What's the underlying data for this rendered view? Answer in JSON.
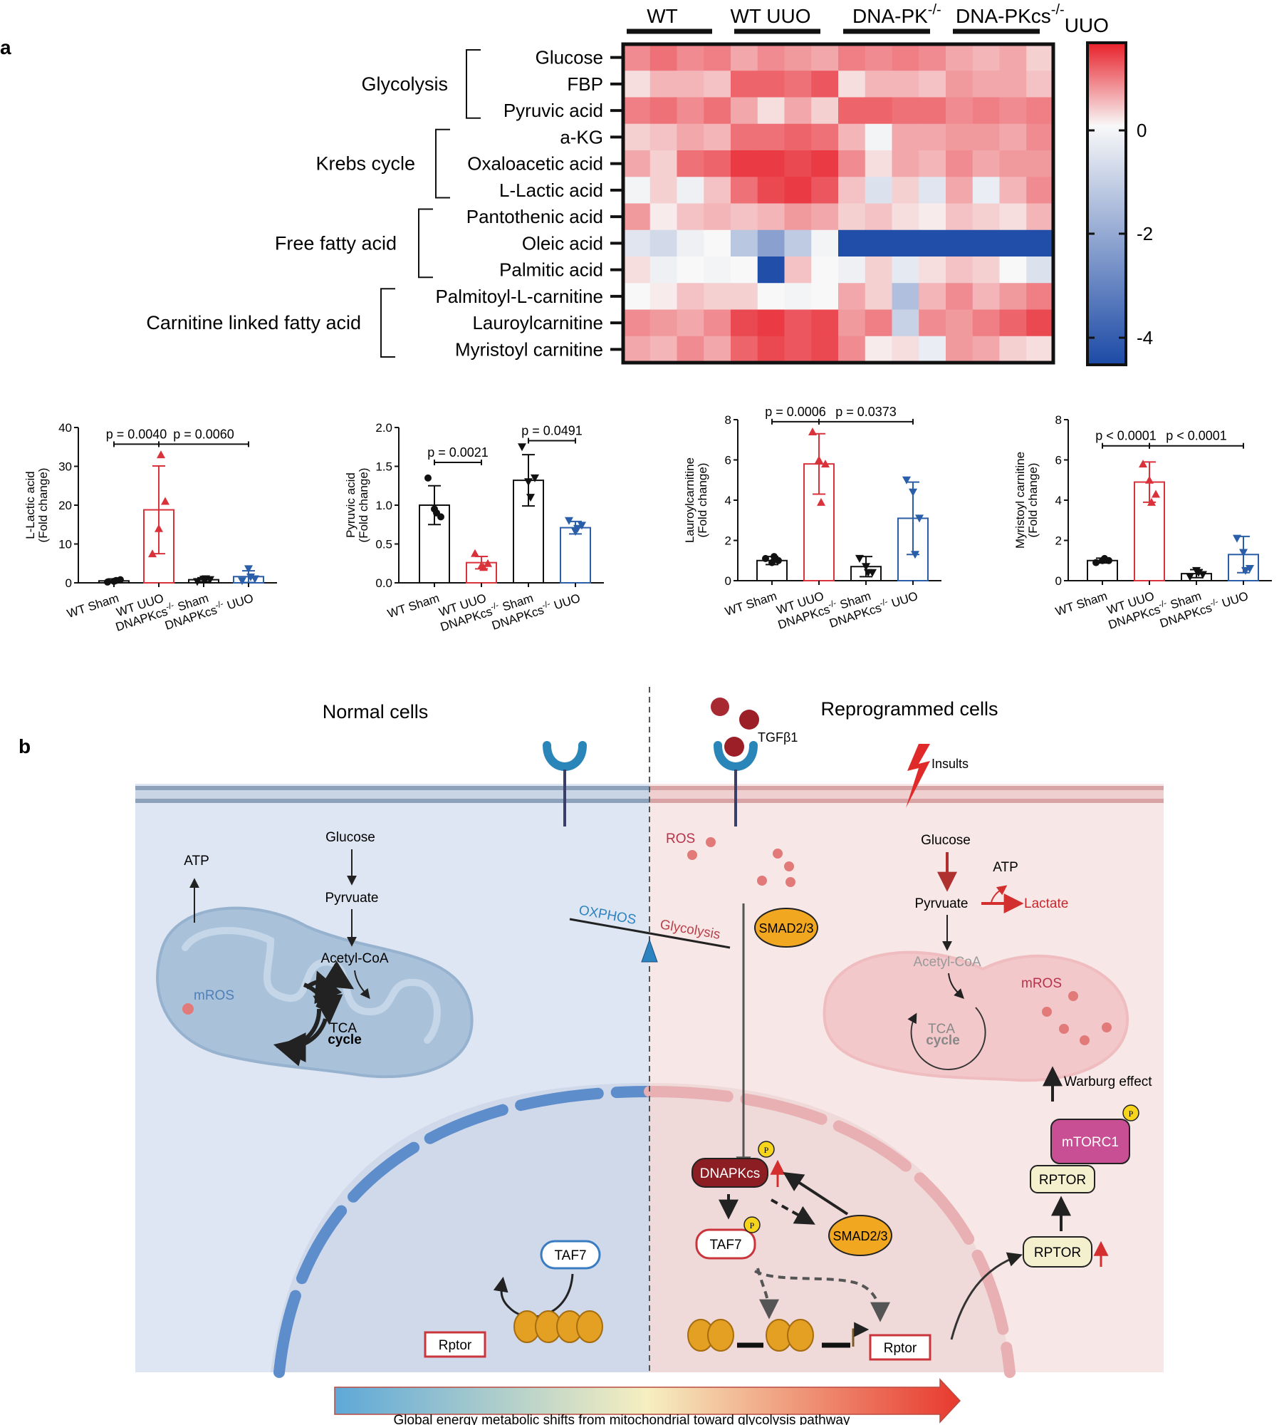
{
  "panel_labels": {
    "a": "a",
    "b": "b"
  },
  "heatmap": {
    "groups": [
      "WT",
      "WT UUO",
      "DNA-PK",
      "DNA-PKcs"
    ],
    "group_superscripts": [
      "-/-",
      "-/-"
    ],
    "group_suffix": "UUO",
    "rows": [
      "Glucose",
      "FBP",
      "Pyruvic acid",
      "a-KG",
      "Oxaloacetic acid",
      "L-Lactic acid",
      "Pantothenic acid",
      "Oleic acid",
      "Palmitic acid",
      "Palmitoyl-L-carnitine",
      "Lauroylcarnitine",
      "Myristoyl carnitine"
    ],
    "categories": [
      {
        "label": "Glycolysis",
        "rows": [
          0,
          2
        ]
      },
      {
        "label": "Krebs cycle",
        "rows": [
          3,
          5
        ]
      },
      {
        "label": "Free fatty acid",
        "rows": [
          6,
          8
        ]
      },
      {
        "label": "Carnitine linked fatty acid",
        "rows": [
          9,
          11
        ]
      }
    ],
    "scale_ticks": [
      "0",
      "-2",
      "-4"
    ],
    "scale_range": [
      -4.6,
      1.6
    ],
    "colors": {
      "high": "#e8202a",
      "mid": "#f8f8f8",
      "low": "#1c4aa6"
    },
    "values": [
      [
        0.8,
        1.0,
        0.8,
        0.9,
        0.6,
        0.8,
        0.7,
        0.6,
        0.9,
        0.8,
        0.9,
        0.8,
        0.6,
        0.5,
        0.6,
        0.3
      ],
      [
        0.2,
        0.5,
        0.5,
        0.4,
        1.1,
        1.1,
        1.0,
        1.2,
        0.2,
        0.5,
        0.5,
        0.4,
        0.7,
        0.6,
        0.6,
        0.4
      ],
      [
        0.9,
        1.0,
        0.8,
        1.0,
        0.6,
        0.2,
        0.6,
        0.3,
        1.1,
        1.1,
        1.0,
        1.0,
        0.8,
        0.9,
        0.8,
        0.9
      ],
      [
        0.3,
        0.4,
        0.6,
        0.5,
        1.0,
        1.0,
        1.1,
        1.0,
        0.5,
        -0.1,
        0.6,
        0.6,
        0.7,
        0.7,
        0.6,
        0.8
      ],
      [
        0.6,
        0.3,
        1.0,
        1.1,
        1.4,
        1.4,
        1.3,
        1.4,
        0.8,
        0.2,
        0.6,
        0.5,
        0.8,
        0.6,
        0.7,
        0.7
      ],
      [
        -0.1,
        0.3,
        -0.2,
        0.4,
        1.0,
        1.3,
        1.4,
        1.2,
        0.4,
        -0.6,
        0.3,
        -0.5,
        0.6,
        -0.3,
        0.5,
        0.8
      ],
      [
        0.7,
        0.1,
        0.4,
        0.5,
        0.4,
        0.5,
        0.7,
        0.6,
        0.3,
        0.4,
        0.2,
        0.1,
        0.4,
        0.3,
        0.2,
        0.5
      ],
      [
        -0.5,
        -0.8,
        -0.2,
        0.0,
        -1.3,
        -2.3,
        -1.2,
        -0.1,
        -4.5,
        -4.5,
        -4.5,
        -4.5,
        -4.5,
        -4.5,
        -4.5,
        -4.5
      ],
      [
        0.2,
        -0.2,
        0.0,
        -0.1,
        0.0,
        -4.5,
        0.4,
        0.0,
        -0.2,
        0.3,
        -0.4,
        0.2,
        0.4,
        0.3,
        0.0,
        -0.6
      ],
      [
        0.0,
        0.1,
        0.4,
        0.3,
        0.3,
        0.0,
        -0.1,
        0.0,
        0.6,
        0.3,
        -1.5,
        0.5,
        0.8,
        0.5,
        0.7,
        0.9
      ],
      [
        0.8,
        0.7,
        0.6,
        0.8,
        1.3,
        1.4,
        1.2,
        1.3,
        0.7,
        0.9,
        -1.0,
        0.8,
        0.7,
        0.9,
        1.1,
        1.3
      ],
      [
        0.6,
        0.5,
        0.8,
        0.6,
        1.1,
        1.3,
        1.2,
        1.3,
        0.8,
        0.1,
        0.2,
        -0.3,
        0.7,
        0.6,
        0.3,
        0.2
      ]
    ]
  },
  "barcharts": [
    {
      "ylabel_line1": "L-Lactic acid",
      "ylabel_line2": "(Fold change)",
      "yticks": [
        0,
        10,
        20,
        30,
        40
      ],
      "ylim": [
        0,
        40
      ],
      "categories": [
        "WT Sham",
        "WT UUO",
        "DNAPKcs-/- Sham",
        "DNAPKcs-/- UUO"
      ],
      "values": [
        0.5,
        18.8,
        0.8,
        1.6
      ],
      "errors": [
        0.5,
        11.3,
        0.5,
        1.5
      ],
      "points": [
        [
          0.2,
          0.4,
          0.8,
          0.6
        ],
        [
          7.5,
          14,
          21,
          33
        ],
        [
          0.3,
          0.9,
          0.8,
          1.0
        ],
        [
          0.5,
          3.6,
          1.0,
          1.5
        ]
      ],
      "pvals": [
        {
          "from": 0,
          "to": 1,
          "text": "p = 0.0040",
          "y": 35.7
        },
        {
          "from": 1,
          "to": 3,
          "text": "p = 0.0060",
          "y": 35.7
        }
      ]
    },
    {
      "ylabel_line1": "Pyruvic acid",
      "ylabel_line2": "(Fold change)",
      "yticks": [
        "0.0",
        "0.5",
        "1.0",
        "1.5",
        "2.0"
      ],
      "ylim": [
        0,
        2
      ],
      "categories": [
        "WT Sham",
        "WT UUO",
        "DNAPKcs-/- Sham",
        "DNAPKcs-/- UUO"
      ],
      "values": [
        1.0,
        0.26,
        1.32,
        0.71
      ],
      "errors": [
        0.25,
        0.08,
        0.33,
        0.08
      ],
      "points": [
        [
          1.35,
          0.95,
          0.85,
          0.9
        ],
        [
          0.38,
          0.22,
          0.25,
          0.2
        ],
        [
          1.75,
          1.3,
          1.35,
          1.1
        ],
        [
          0.8,
          0.66,
          0.74,
          0.7
        ]
      ],
      "pvals": [
        {
          "from": 0,
          "to": 1,
          "text": "p = 0.0021",
          "y": 1.55
        },
        {
          "from": 2,
          "to": 3,
          "text": "p = 0.0491",
          "y": 1.83
        }
      ]
    },
    {
      "ylabel_line1": "Lauroylcarnitine",
      "ylabel_line2": "(Fold change)",
      "yticks": [
        0,
        2,
        4,
        6,
        8
      ],
      "ylim": [
        0,
        8
      ],
      "categories": [
        "WT Sham",
        "WT UUO",
        "DNAPKcs-/- Sham",
        "DNAPKcs-/- UUO"
      ],
      "values": [
        1.0,
        5.8,
        0.7,
        3.1
      ],
      "errors": [
        0.2,
        1.5,
        0.5,
        1.8
      ],
      "points": [
        [
          1.1,
          0.9,
          1.0,
          1.2
        ],
        [
          7.4,
          6.0,
          5.8,
          3.9
        ],
        [
          1.1,
          0.7,
          0.4,
          0.4
        ],
        [
          5.0,
          4.4,
          3.1,
          1.3
        ]
      ],
      "pvals": [
        {
          "from": 0,
          "to": 1,
          "text": "p = 0.0006",
          "y": 7.9
        },
        {
          "from": 1,
          "to": 3,
          "text": "p = 0.0373",
          "y": 7.9
        }
      ]
    },
    {
      "ylabel_line1": "Myristoyl carnitine",
      "ylabel_line2": "(Fold change)",
      "yticks": [
        0,
        2,
        4,
        6,
        8
      ],
      "ylim": [
        0,
        8
      ],
      "categories": [
        "WT Sham",
        "WT UUO",
        "DNAPKcs-/- Sham",
        "DNAPKcs-/- UUO"
      ],
      "values": [
        1.0,
        4.9,
        0.35,
        1.3
      ],
      "errors": [
        0.12,
        1.0,
        0.2,
        0.9
      ],
      "points": [
        [
          0.9,
          1.0,
          1.0,
          1.1
        ],
        [
          5.8,
          5.0,
          4.3,
          3.9
        ],
        [
          0.2,
          0.5,
          0.3,
          0.4
        ],
        [
          2.1,
          1.4,
          0.6,
          0.5
        ]
      ],
      "pvals": [
        {
          "from": 0,
          "to": 1,
          "text": "p < 0.0001",
          "y": 6.7
        },
        {
          "from": 1,
          "to": 3,
          "text": "p < 0.0001",
          "y": 6.7
        }
      ]
    }
  ],
  "bar_colors": [
    "#111111",
    "#d9323a",
    "#111111",
    "#2b5ea8"
  ],
  "bar_tick_labels": {
    "wt_sham": "WT Sham",
    "wt_uuo": "WT UUO",
    "dnapkcs": "DNAPKcs",
    "sup": "-/-",
    "sham": "Sham",
    "uuo": "UUO"
  },
  "diagram": {
    "normal_title": "Normal cells",
    "reprogrammed_title": "Reprogrammed cells",
    "tgfb1": "TGFβ1",
    "insults": "Insults",
    "left": {
      "atp": "ATP",
      "glucose": "Glucose",
      "pyruvate": "Pyrvuate",
      "acetyl": "Acetyl-CoA",
      "mros": "mROS",
      "tca1": "TCA",
      "tca2": "cycle",
      "taf7": "TAF7",
      "rptor": "Rptor"
    },
    "right": {
      "ros": "ROS",
      "glucose": "Glucose",
      "atp": "ATP",
      "pyruvate": "Pyrvuate",
      "lactate": "Lactate",
      "acetyl": "Acetyl-CoA",
      "mros": "mROS",
      "tca1": "TCA",
      "tca2": "cycle",
      "smad_top": "SMAD2/3",
      "smad_bottom": "SMAD2/3",
      "dnapkcs": "DNAPKcs",
      "taf7": "TAF7",
      "rptor_small": "Rptor",
      "rptor_mid": "RPTOR",
      "rptor_top": "RPTOR",
      "mtorc1": "mTORC1",
      "warburg": "Warburg effect",
      "p": "P"
    },
    "oxphos": "OXPHOS",
    "glycolysis": "Glycolysis",
    "caption": "Global energy metabolic shifts from mitochondrial toward glycolysis pathway"
  }
}
